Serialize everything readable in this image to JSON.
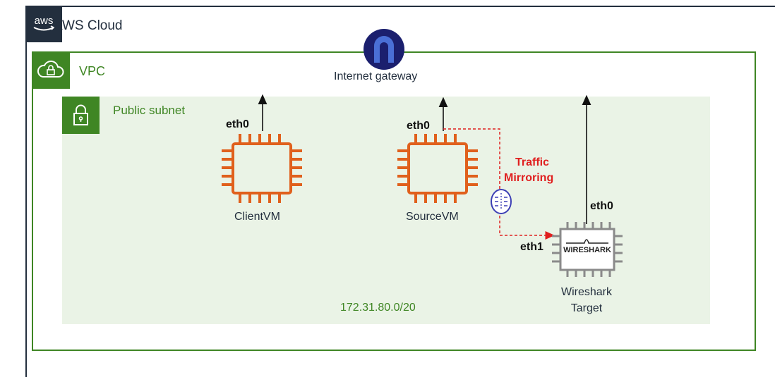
{
  "cloud": {
    "title": "AWS Cloud",
    "logo_text": "aws"
  },
  "vpc": {
    "title": "VPC"
  },
  "subnet": {
    "title": "Public subnet",
    "cidr": "172.31.80.0/20"
  },
  "internet_gateway": {
    "label": "Internet gateway"
  },
  "instances": {
    "client": {
      "label": "ClientVM",
      "interface": "eth0"
    },
    "source": {
      "label": "SourceVM",
      "interface": "eth0"
    },
    "wireshark": {
      "label_line1": "Wireshark",
      "label_line2": "Target",
      "interfaces": [
        "eth0",
        "eth1"
      ],
      "logo_text": "WIRESHARK"
    }
  },
  "traffic_mirroring": {
    "line1": "Traffic",
    "line2": "Mirroring"
  },
  "colors": {
    "aws_dark": "#232f3e",
    "vpc_green": "#3f8624",
    "subnet_fill": "#eaf3e6",
    "ec2_orange": "#e0601c",
    "gray_chip": "#8a8a8a",
    "mirror_red": "#e01f1f",
    "gateway_navy": "#1b1f6e"
  }
}
